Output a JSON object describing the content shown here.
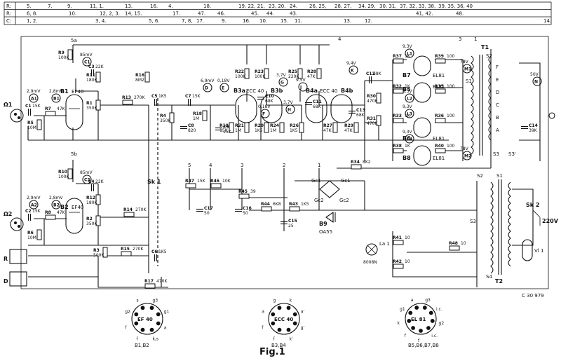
{
  "index_rows": [
    {
      "key": "R:",
      "refs": [
        "5.",
        "7.",
        "9.",
        "11, 1.",
        "13.",
        "16.",
        "4.",
        "18.",
        "19, 22, 21,",
        "23, 20,",
        "24.",
        "26, 25,",
        "28, 27,",
        "34, 29,",
        "30, 31,",
        "37, 32, 33, 38,",
        "39, 35, 36, 40"
      ]
    },
    {
      "key": "R:",
      "refs": [
        "6, 8.",
        "10.",
        "12, 2, 3.",
        "14, 15.",
        "17.",
        "47.",
        "46.",
        "45.",
        "44.",
        "43.",
        "41, 42.",
        "48."
      ]
    },
    {
      "key": "C:",
      "refs": [
        "1, 2.",
        "3, 4.",
        "5, 6.",
        "7, 8,",
        "17.",
        "9.",
        "16.",
        "10.",
        "15.",
        "11.",
        "13.",
        "12.",
        "14."
      ]
    }
  ],
  "tubes": [
    {
      "ref": "B1",
      "type": "EF40"
    },
    {
      "ref": "B2",
      "type": "EF40"
    },
    {
      "ref": "B3a",
      "type": "ECC 40"
    },
    {
      "ref": "B3b",
      "type": "B3b"
    },
    {
      "ref": "B4a",
      "type": "ECC 40"
    },
    {
      "ref": "B4b",
      "type": "B4b"
    },
    {
      "ref": "B5",
      "type": "EL81"
    },
    {
      "ref": "B6",
      "type": "EL81"
    },
    {
      "ref": "B7",
      "type": "EL81"
    },
    {
      "ref": "B8",
      "type": "EL81"
    }
  ],
  "resistors": [
    {
      "ref": "R9",
      "value": "100K"
    },
    {
      "ref": "R11",
      "value": "180K"
    },
    {
      "ref": "R1",
      "value": "350K"
    },
    {
      "ref": "R7",
      "value": "47K"
    },
    {
      "ref": "R5",
      "value": "10M"
    },
    {
      "ref": "R13",
      "value": "270K"
    },
    {
      "ref": "R16",
      "value": "8M2"
    },
    {
      "ref": "R4",
      "value": "350K"
    },
    {
      "ref": "R18",
      "value": "1M"
    },
    {
      "ref": "R22",
      "value": "100K"
    },
    {
      "ref": "R23",
      "value": "100K"
    },
    {
      "ref": "R25",
      "value": "220K"
    },
    {
      "ref": "R28",
      "value": "47K"
    },
    {
      "ref": "R19",
      "value": "15K"
    },
    {
      "ref": "R21",
      "value": "1M"
    },
    {
      "ref": "R20",
      "value": "1K5"
    },
    {
      "ref": "R24",
      "value": "1M"
    },
    {
      "ref": "R26",
      "value": "1K5"
    },
    {
      "ref": "R27",
      "value": "47K"
    },
    {
      "ref": "R29",
      "value": "47K"
    },
    {
      "ref": "R30",
      "value": "470K"
    },
    {
      "ref": "R31",
      "value": "470K"
    },
    {
      "ref": "R37",
      "value": "1K"
    },
    {
      "ref": "R32",
      "value": "1K"
    },
    {
      "ref": "R33",
      "value": "1K"
    },
    {
      "ref": "R38",
      "value": "1K"
    },
    {
      "ref": "R39",
      "value": "100"
    },
    {
      "ref": "R35",
      "value": "100"
    },
    {
      "ref": "R36",
      "value": "100"
    },
    {
      "ref": "R40",
      "value": "100"
    },
    {
      "ref": "R34",
      "value": "8K2"
    },
    {
      "ref": "R10",
      "value": "100K"
    },
    {
      "ref": "R12",
      "value": "180K"
    },
    {
      "ref": "R2",
      "value": "350K"
    },
    {
      "ref": "R8",
      "value": "47K"
    },
    {
      "ref": "R6",
      "value": "10M"
    },
    {
      "ref": "R14",
      "value": "270K"
    },
    {
      "ref": "R47",
      "value": "15K"
    },
    {
      "ref": "R46",
      "value": "10K"
    },
    {
      "ref": "R45",
      "value": "39"
    },
    {
      "ref": "R44",
      "value": "6K8"
    },
    {
      "ref": "R43",
      "value": "1K5"
    },
    {
      "ref": "R3",
      "value": "500K"
    },
    {
      "ref": "R15",
      "value": "270K"
    },
    {
      "ref": "R17",
      "value": "470K"
    },
    {
      "ref": "R41",
      "value": "10"
    },
    {
      "ref": "R42",
      "value": "10"
    },
    {
      "ref": "R48",
      "value": "10"
    }
  ],
  "capacitors": [
    {
      "ref": "C1",
      "value": "15K"
    },
    {
      "ref": "C3",
      "value": "22K"
    },
    {
      "ref": "C5",
      "value": "1K5"
    },
    {
      "ref": "C7",
      "value": "15K"
    },
    {
      "ref": "C8",
      "value": "820"
    },
    {
      "ref": "C9",
      "value": "15K"
    },
    {
      "ref": "C10",
      "value": "68K"
    },
    {
      "ref": "C11",
      "value": "68K"
    },
    {
      "ref": "C12",
      "value": "68K"
    },
    {
      "ref": "C13",
      "value": "68K"
    },
    {
      "ref": "C14",
      "value": "39K"
    },
    {
      "ref": "C2",
      "value": "15K"
    },
    {
      "ref": "C4",
      "value": "22K"
    },
    {
      "ref": "C6",
      "value": "1K5"
    },
    {
      "ref": "C17",
      "value": "50"
    },
    {
      "ref": "C16",
      "value": "50"
    },
    {
      "ref": "C15",
      "value": "25"
    }
  ],
  "measurement_points": [
    {
      "id": "A1",
      "voltage": "2,9mV"
    },
    {
      "id": "B1",
      "voltage": "2,8mV"
    },
    {
      "id": "C1",
      "voltage": "85mV"
    },
    {
      "id": "A2",
      "voltage": "2,9mV"
    },
    {
      "id": "B2",
      "voltage": "2,8mV"
    },
    {
      "id": "C2",
      "voltage": "85mV"
    },
    {
      "id": "D",
      "voltage": "6,9mV"
    },
    {
      "id": "E",
      "voltage": "0,18V"
    },
    {
      "id": "F",
      "voltage": "0,18V"
    },
    {
      "id": "G",
      "voltage": "3,7V"
    },
    {
      "id": "H",
      "voltage": "3,7V"
    },
    {
      "id": "J",
      "voltage": "9,5V"
    },
    {
      "id": "K",
      "voltage": "9,4V"
    },
    {
      "id": "L1",
      "voltage": "9,3V"
    },
    {
      "id": "L2",
      "voltage": "9,3V"
    },
    {
      "id": "L3",
      "voltage": "9,3V"
    },
    {
      "id": "L4",
      "voltage": "9,3V"
    },
    {
      "id": "M1",
      "voltage": "78V"
    },
    {
      "id": "M2",
      "voltage": "78V"
    },
    {
      "id": "N",
      "voltage": "50V"
    }
  ],
  "labels": {
    "input1": "Ω1",
    "input2": "Ω2",
    "sk1": "Sk 1",
    "sk2": "Sk 2",
    "mains": "220V",
    "t1": "T1",
    "t2": "T2",
    "s1": "S1",
    "s2": "S2",
    "s3": "S3",
    "s3p": "S3'",
    "s4": "S4",
    "vl1": "Vl 1",
    "la1": "La 1",
    "la1_type": "8008N",
    "b9": "B9",
    "b9_type": "OA55",
    "gc1": "Gc1",
    "gc2": "Gc2",
    "gc1b": "Gc1",
    "gc2b": "Gc2",
    "ra": "R",
    "da": "D",
    "supply5a": "5a",
    "supply5b": "5b",
    "drawing_no": "C 30 979",
    "figure": "Fig.1",
    "rail_numbers": [
      "5",
      "4",
      "3",
      "2",
      "1",
      "4",
      "3",
      "1",
      "5",
      "4",
      "3"
    ],
    "output_taps": [
      "F",
      "E",
      "D",
      "C",
      "B",
      "A"
    ]
  },
  "pinouts": [
    {
      "type": "EF 40",
      "tubes": "B1,B2",
      "pins": [
        "g3",
        "g1",
        "a",
        "k,s",
        "f",
        "f",
        "g2",
        "s"
      ]
    },
    {
      "type": "ECC 40",
      "tubes": "B3,B4",
      "pins": [
        "k",
        "a'",
        "g'",
        "k'",
        "f",
        "f",
        "a",
        "g"
      ]
    },
    {
      "type": "EL 81",
      "tubes": "B5,B6,B7,B8",
      "pins": [
        "g3",
        "i.c.",
        "g2",
        "i.c.",
        "f",
        "f",
        "k",
        "g1",
        "a"
      ]
    }
  ]
}
